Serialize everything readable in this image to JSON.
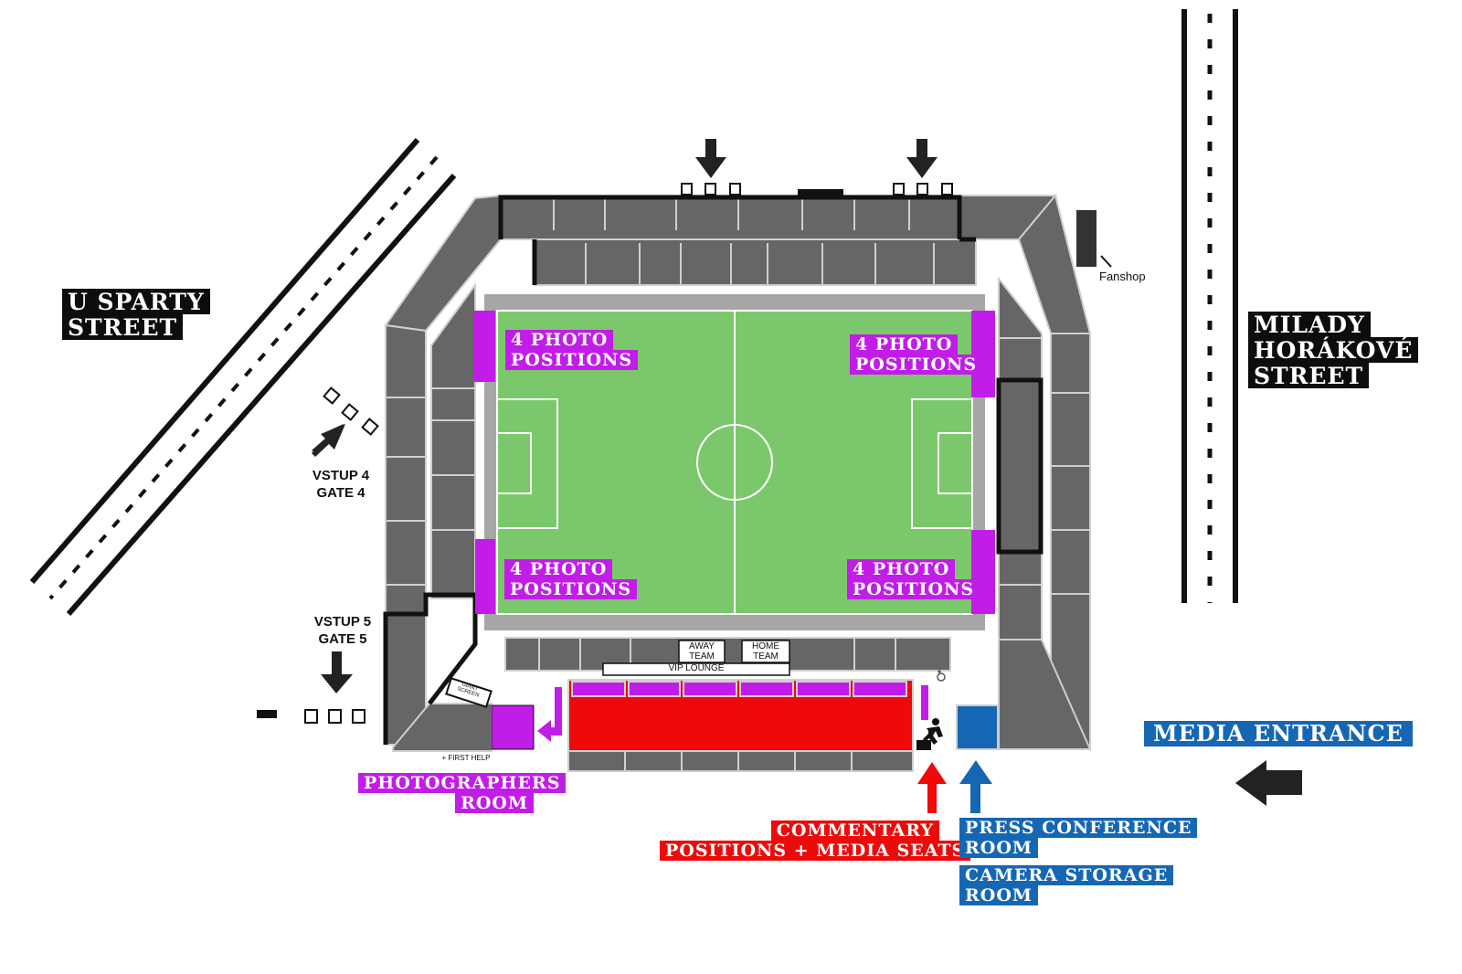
{
  "streets": {
    "left": [
      "U SPARTY",
      "STREET"
    ],
    "right": [
      "MILADY",
      "HORÁKOVÉ",
      "STREET"
    ]
  },
  "photo_positions": [
    [
      "4 PHOTO",
      "POSITIONS"
    ],
    [
      "4 PHOTO",
      "POSITIONS"
    ],
    [
      "4 PHOTO",
      "POSITIONS"
    ],
    [
      "4 PHOTO",
      "POSITIONS"
    ]
  ],
  "gates": {
    "gate4": [
      "VSTUP 4",
      "GATE 4"
    ],
    "gate5": [
      "VSTUP 5",
      "GATE 5"
    ]
  },
  "fanshop": "Fanshop",
  "dugouts": {
    "away": [
      "AWAY",
      "TEAM"
    ],
    "home": [
      "HOME",
      "TEAM"
    ],
    "vip": "VIP LOUNGE"
  },
  "giant_screen": [
    "GIANT",
    "SCREEN"
  ],
  "first_help": "+ FIRST HELP",
  "photographers_room": [
    "PHOTOGRAPHERS",
    "ROOM"
  ],
  "commentary": [
    "COMMENTARY",
    "POSITIONS + MEDIA SEATS"
  ],
  "press_conference": [
    "PRESS CONFERENCE",
    "ROOM"
  ],
  "camera_storage": [
    "CAMERA STORAGE",
    "ROOM"
  ],
  "media_entrance": "MEDIA ENTRANCE",
  "colors": {
    "pitch": "#7bc86c",
    "stand": "#666666",
    "stand_outline": "#cfcfcf",
    "photo": "#c21ce8",
    "commentary": "#ee0a0a",
    "press": "#1667b3",
    "label_black": "#0d0d0d"
  },
  "icons": [
    "arrow-down-icon",
    "arrow-up-icon",
    "arrow-left-icon",
    "arrow-diagonal-icon",
    "running-person-icon",
    "wheelchair-icon"
  ]
}
